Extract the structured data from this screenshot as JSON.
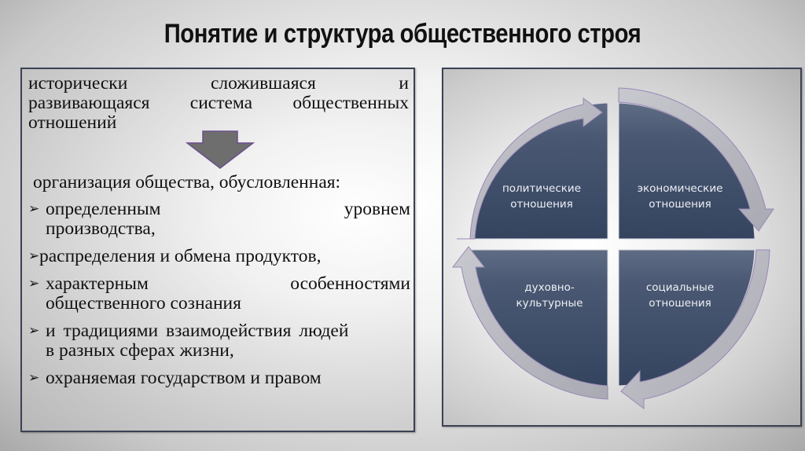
{
  "title": "Понятие и структура общественного строя",
  "left_panel": {
    "definition_lines": [
      [
        "исторически",
        "сложившаяся",
        "и"
      ],
      [
        "развивающаяся",
        "система",
        "общественных"
      ],
      [
        "отношений"
      ]
    ],
    "arrow_icon": "down-arrow",
    "organization_text": "организация общества, обусловленная:",
    "bullets": [
      {
        "lines": [
          [
            "определенным",
            "уровнем"
          ],
          [
            "производства,"
          ]
        ]
      },
      {
        "lines": [
          [
            "распределения и обмена продуктов,"
          ]
        ]
      },
      {
        "lines": [
          [
            "характерным",
            "особенностями"
          ],
          [
            "общественного сознания"
          ]
        ]
      },
      {
        "lines": [
          [
            "и традициями взаимодействия людей"
          ],
          [
            "в разных сферах жизни,"
          ]
        ]
      },
      {
        "lines": [
          [
            "охраняемая государством и правом"
          ]
        ]
      }
    ],
    "bullet_marker": "➢"
  },
  "right_panel": {
    "quadrants": [
      {
        "position": "top-left",
        "line1": "политические",
        "line2": "отношения"
      },
      {
        "position": "top-right",
        "line1": "экономические",
        "line2": "отношения"
      },
      {
        "position": "bottom-right",
        "line1": "социальные",
        "line2": "отношения"
      },
      {
        "position": "bottom-left",
        "line1": "духовно-",
        "line2": "культурные"
      }
    ],
    "colors": {
      "quadrant_top": "#5a6880",
      "quadrant_bottom": "#364766",
      "arrow_fill": "#b9b9c1",
      "arrow_edge": "#9a88b6"
    }
  }
}
